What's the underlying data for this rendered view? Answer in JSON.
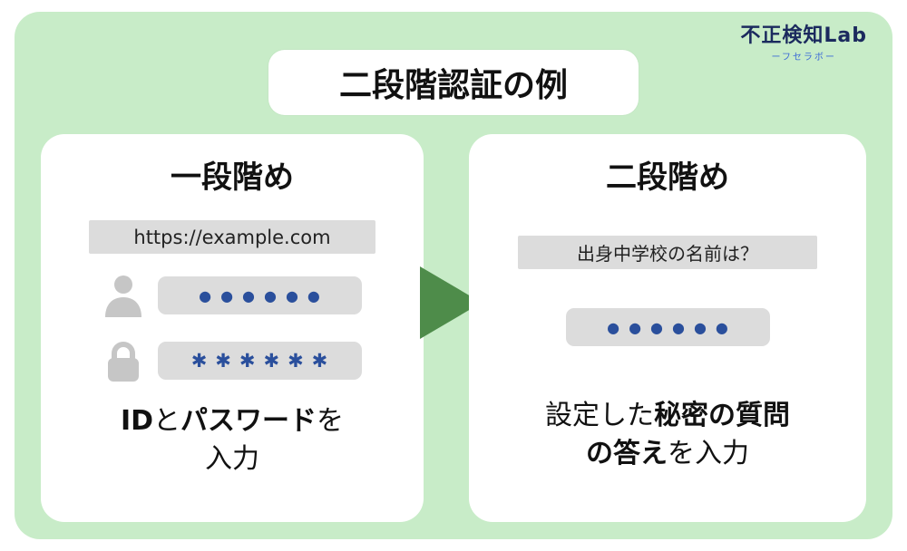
{
  "logo": {
    "main": "不正検知Lab",
    "sub": "ーフセラボー"
  },
  "title": "二段階認証の例",
  "step1": {
    "title": "一段階め",
    "url": "https://example.com",
    "id_value": "●●●●●●",
    "password_value": "✱✱✱✱✱✱",
    "caption": {
      "bold1": "ID",
      "normal1": "と",
      "bold2": "パスワード",
      "normal2": "を",
      "line2": "入力"
    }
  },
  "step2": {
    "title": "二段階め",
    "question": "出身中学校の名前は？",
    "answer_value": "●●●●●●",
    "caption": {
      "normal1": "設定した",
      "bold1": "秘密の質問",
      "bold2": "の答え",
      "normal2": "を入力"
    }
  },
  "icons": {
    "user": "user-icon",
    "lock": "lock-icon",
    "arrow": "arrow-right-icon"
  },
  "colors": {
    "background_green": "#c8ecc8",
    "arrow_green": "#4e8c4a",
    "dot_blue": "#2a4f9c",
    "field_gray": "#dcdcdc",
    "icon_gray": "#c6c6c6",
    "logo_navy": "#1b2a5e",
    "logo_sub_blue": "#3b6ad6"
  }
}
